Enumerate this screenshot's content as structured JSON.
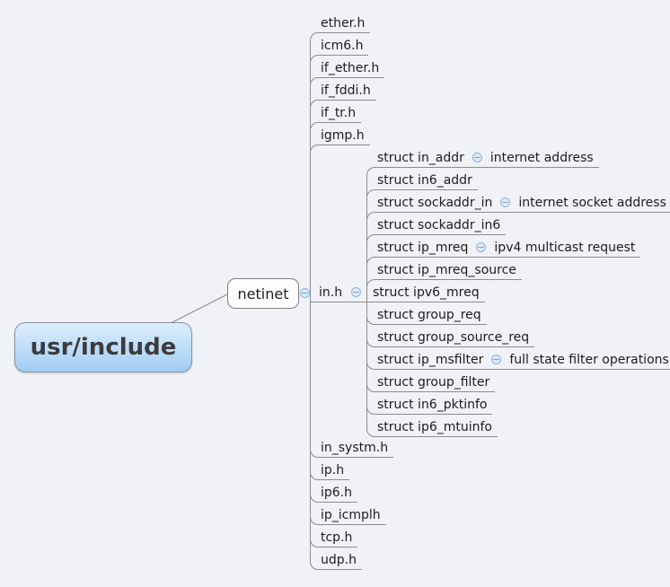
{
  "colors": {
    "background": "#f1f2f7",
    "edge_line": "#8c8c8c",
    "root_fill_top": "#ddeefd",
    "root_fill_bottom": "#a2cdf4",
    "fold_icon_fill": "#dceafb",
    "fold_icon_border": "#92b3da"
  },
  "nodes": {
    "root": "usr/include",
    "netinet": "netinet",
    "in_h": "in.h"
  },
  "top_headers": [
    "ether.h",
    "icm6.h",
    "if_ether.h",
    "if_fddi.h",
    "if_tr.h",
    "igmp.h"
  ],
  "structs": [
    {
      "label": "struct in_addr",
      "note": "internet address"
    },
    {
      "label": "struct in6_addr"
    },
    {
      "label": "struct sockaddr_in",
      "note": "internet socket address"
    },
    {
      "label": "struct sockaddr_in6"
    },
    {
      "label": "struct ip_mreq",
      "note": "ipv4 multicast request"
    },
    {
      "label": "struct ip_mreq_source"
    },
    {
      "label": "struct ipv6_mreq"
    },
    {
      "label": "struct group_req"
    },
    {
      "label": "struct group_source_req"
    },
    {
      "label": "struct ip_msfilter",
      "note": "full state filter operations"
    },
    {
      "label": "struct group_filter"
    },
    {
      "label": "struct in6_pktinfo"
    },
    {
      "label": "struct ip6_mtuinfo"
    }
  ],
  "bottom_headers": [
    "in_systm.h",
    "ip.h",
    "ip6.h",
    "ip_icmplh",
    "tcp.h",
    "udp.h"
  ]
}
